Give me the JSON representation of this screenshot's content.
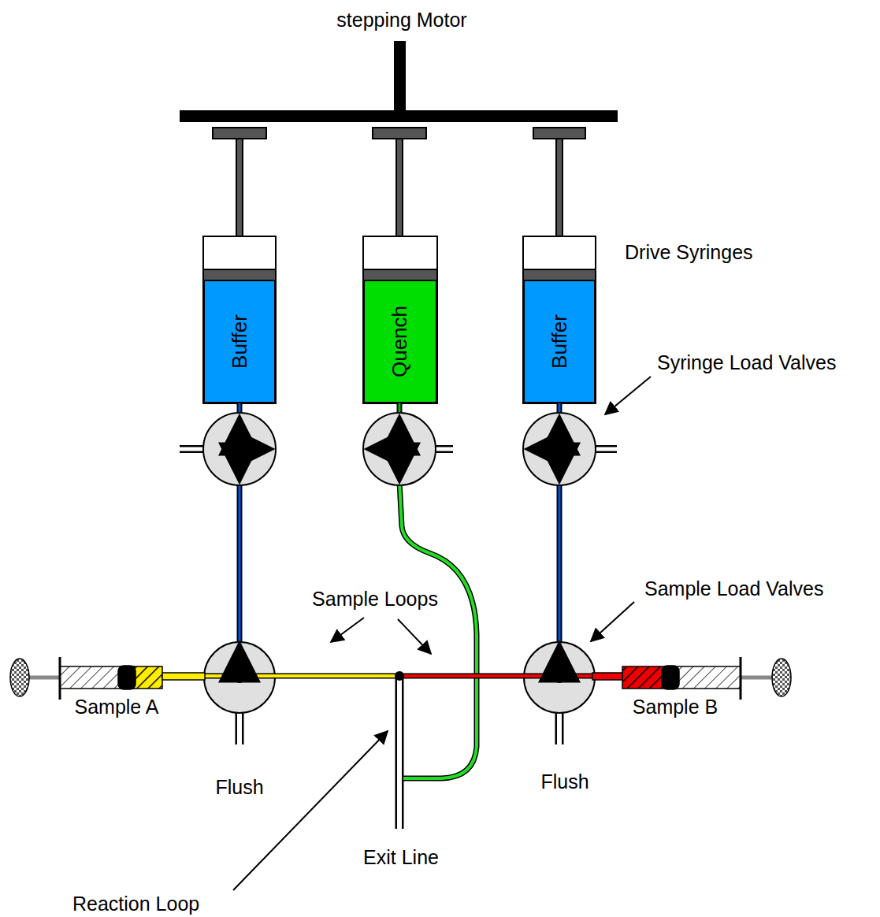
{
  "diagram": {
    "nodes": [
      {
        "text": [
          "Buffer"
        ]
      },
      {
        "text": [
          "Quench"
        ]
      },
      {
        "text": [
          "Buffer"
        ]
      }
    ],
    "labels": [
      "stepping Motor",
      "Drive Syringes",
      "Syringe Load Valves",
      "Sample Loops",
      "Sample Load Valves",
      "Sample A",
      "Sample B",
      "Flush",
      "Flush",
      "Exit Line",
      "Reaction Loop"
    ]
  }
}
